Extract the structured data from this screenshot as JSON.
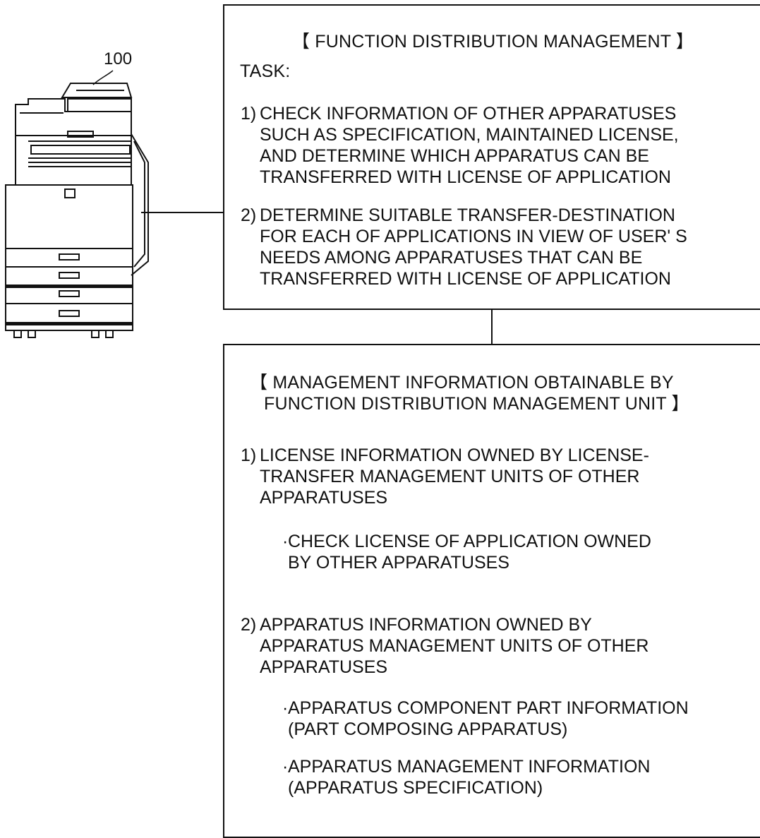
{
  "device": {
    "reference_number": "100"
  },
  "top_box": {
    "heading": "【 FUNCTION DISTRIBUTION MANAGEMENT 】",
    "task_label": "TASK:",
    "items": [
      {
        "num": "1)",
        "lines": [
          "CHECK INFORMATION OF OTHER APPARATUSES",
          "SUCH AS SPECIFICATION, MAINTAINED LICENSE,",
          "AND DETERMINE WHICH APPARATUS CAN BE",
          "TRANSFERRED WITH LICENSE OF APPLICATION"
        ]
      },
      {
        "num": "2)",
        "lines": [
          "DETERMINE SUITABLE TRANSFER-DESTINATION",
          "FOR EACH OF APPLICATIONS IN VIEW OF USER' S",
          "NEEDS AMONG APPARATUSES THAT CAN BE",
          "TRANSFERRED WITH LICENSE OF APPLICATION"
        ]
      }
    ]
  },
  "bottom_box": {
    "heading_line1": "【 MANAGEMENT INFORMATION OBTAINABLE BY",
    "heading_line2": "FUNCTION DISTRIBUTION MANAGEMENT UNIT 】",
    "items": [
      {
        "num": "1)",
        "lines": [
          "LICENSE INFORMATION OWNED BY LICENSE-",
          "TRANSFER MANAGEMENT UNITS OF OTHER",
          "APPARATUSES"
        ],
        "bullets": [
          {
            "lines": [
              "CHECK LICENSE OF APPLICATION OWNED",
              "BY OTHER APPARATUSES"
            ]
          }
        ]
      },
      {
        "num": "2)",
        "lines": [
          "APPARATUS INFORMATION OWNED BY",
          "APPARATUS MANAGEMENT UNITS OF OTHER",
          "APPARATUSES"
        ],
        "bullets": [
          {
            "lines": [
              "APPARATUS COMPONENT PART INFORMATION",
              "(PART COMPOSING APPARATUS)"
            ]
          },
          {
            "lines": [
              "APPARATUS MANAGEMENT INFORMATION",
              "(APPARATUS SPECIFICATION)"
            ]
          }
        ]
      }
    ]
  }
}
